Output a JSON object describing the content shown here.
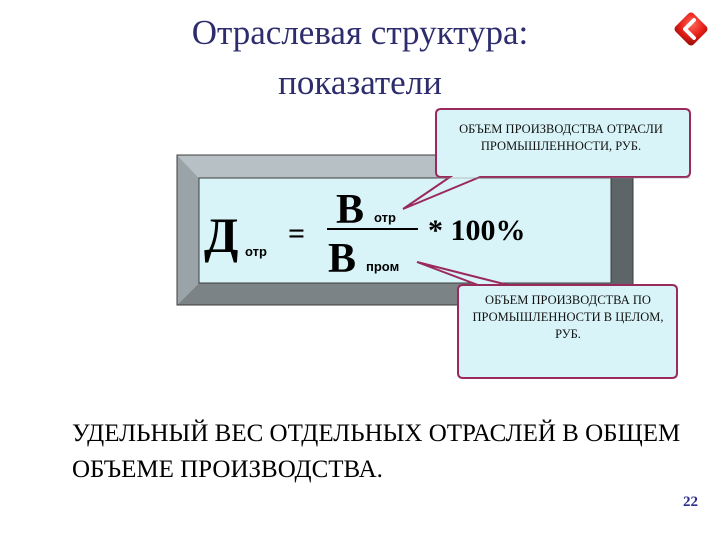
{
  "title": {
    "line1": "Отраслевая структура:",
    "line2": "показатели"
  },
  "nav": {
    "icon": "chevron-left-icon",
    "color": "#e8201a"
  },
  "formula": {
    "lhs_letter": "Д",
    "lhs_sub": "отр",
    "equals": "=",
    "num_letter": "В",
    "num_sub": "отр",
    "den_letter": "В",
    "den_sub": "пром",
    "multiplier": "* 100%"
  },
  "callouts": {
    "top": "ОБЪЕМ ПРОИЗВОДСТВА ОТРАСЛИ ПРОМЫШЛЕННОСТИ, РУБ.",
    "bottom": "ОБЪЕМ ПРОИЗВОДСТВА ПО ПРОМЫШЛЕННОСТИ В ЦЕЛОМ, РУБ."
  },
  "description": "УДЕЛЬНЫЙ ВЕС ОТДЕЛЬНЫХ ОТРАСЛЕЙ В ОБЩЕМ ОБЪЕМЕ ПРОИЗВОДСТВА.",
  "page_number": "22",
  "colors": {
    "title": "#2d2d6e",
    "formula_box_fill": "#d8f4f8",
    "bevel_light": "#b7c1c5",
    "bevel_dark": "#5e6568",
    "callout_border": "#9b2a5c",
    "page_number": "#2d2d8e"
  }
}
